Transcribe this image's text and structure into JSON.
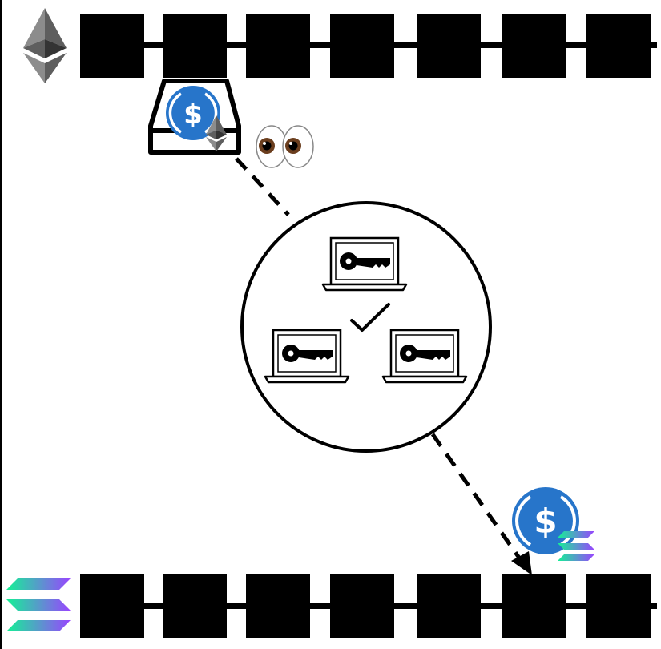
{
  "icons": {
    "source_chain": "ethereum-logo-icon",
    "destination_chain": "solana-logo-icon",
    "token": "usdc-coin-icon",
    "vault": "lockbox-tray-icon",
    "watchers": "eyes-emoji-icon",
    "validator": "laptop-with-key-icon",
    "consensus": "checkmark-icon"
  },
  "colors": {
    "usdc_blue": "#2775CA",
    "eth_dark": "#343434",
    "eth_light": "#8C8C8C",
    "solana_green": "#14F195",
    "solana_purple": "#9945FF",
    "chain_block": "#000000"
  },
  "chains": {
    "ethereum_block_count": 7,
    "solana_block_count": 7
  },
  "validators": {
    "count": 3
  },
  "glyphs": {
    "dollar": "$",
    "eyes": "👀"
  }
}
